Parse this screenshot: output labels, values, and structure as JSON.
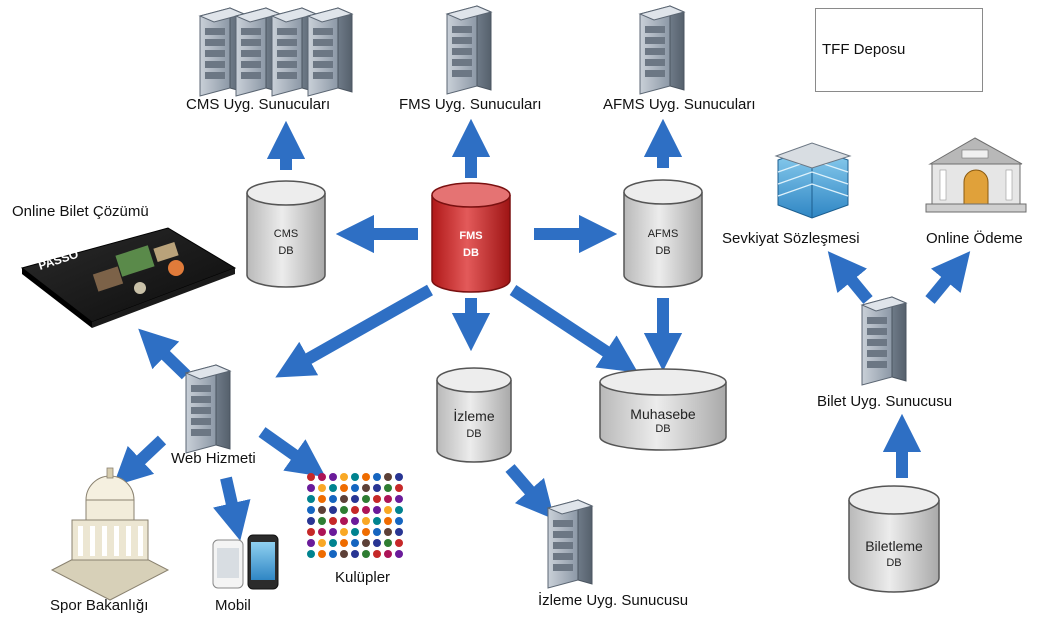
{
  "nodes": {
    "cms_servers": "CMS Uyg. Sunucuları",
    "fms_servers": "FMS Uyg. Sunucuları",
    "afms_servers": "AFMS Uyg. Sunucuları",
    "tff_depot": "TFF Deposu",
    "online_ticket": "Online Bilet Çözümü",
    "shipping_contract": "Sevkiyat Sözleşmesi",
    "online_payment": "Online Ödeme",
    "ticket_server": "Bilet Uyg. Sunucusu",
    "web_service": "Web Hizmeti",
    "ministry": "Spor Bakanlığı",
    "mobile": "Mobil",
    "clubs": "Kulüpler",
    "monitor_server": "İzleme Uyg. Sunucusu"
  },
  "databases": {
    "cms": [
      "CMS",
      "DB"
    ],
    "fms": [
      "FMS",
      "DB"
    ],
    "afms": [
      "AFMS",
      "DB"
    ],
    "monitor": [
      "İzleme",
      "DB"
    ],
    "accounting": [
      "Muhasebe",
      "DB"
    ],
    "ticketing": [
      "Biletleme",
      "DB"
    ]
  },
  "passo_card_text": "PASSO",
  "colors": {
    "arrow": "#2e6fc4",
    "db_gray": "#c8c8c8",
    "db_red": "#c62828",
    "server": "#9aa7b5",
    "jersey": "#d32020"
  }
}
